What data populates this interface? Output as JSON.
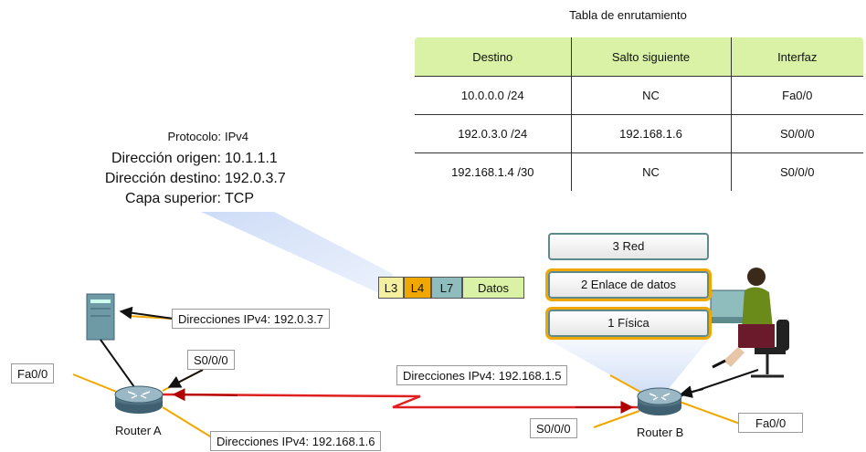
{
  "routing_table": {
    "title": "Tabla de enrutamiento",
    "headers": [
      "Destino",
      "Salto siguiente",
      "Interfaz"
    ],
    "rows": [
      [
        "10.0.0.0 /24",
        "NC",
        "Fa0/0"
      ],
      [
        "192.0.3.0 /24",
        "192.168.1.6",
        "S0/0/0"
      ],
      [
        "192.168.1.4 /30",
        "NC",
        "S0/0/0"
      ]
    ]
  },
  "packet_info": {
    "protocol_label": "Protocolo:",
    "protocol_value": "IPv4",
    "source_label": "Dirección origen:",
    "source_value": "10.1.1.1",
    "dest_label": "Dirección destino:",
    "dest_value": "192.0.3.7",
    "upper_label": "Capa superior:",
    "upper_value": "TCP"
  },
  "layer_strip": [
    "L3",
    "L4",
    "L7",
    "Datos"
  ],
  "osi_layers": [
    "3 Red",
    "2 Enlace de datos",
    "1 Física"
  ],
  "labels": {
    "server_addr": "Direcciones IPv4: 192.0.3.7",
    "ra_s0": "S0/0/0",
    "ra_fa0": "Fa0/0",
    "ra_addr": "Direcciones IPv4: 192.168.1.6",
    "rb_addr": "Direcciones IPv4: 192.168.1.5",
    "rb_s0": "S0/0/0",
    "rb_fa0": "Fa0/0",
    "router_a": "Router A",
    "router_b": "Router B"
  },
  "colors": {
    "table_header": "#d9f2a6",
    "serial_link": "#e02020",
    "arrow": "#111111",
    "pointer_line": "#f0a800",
    "highlight": "#f0a800",
    "l3": "#f5f0a0",
    "l4": "#f0a800",
    "l7": "#8fbcbc",
    "datos": "#d9f2a6"
  }
}
